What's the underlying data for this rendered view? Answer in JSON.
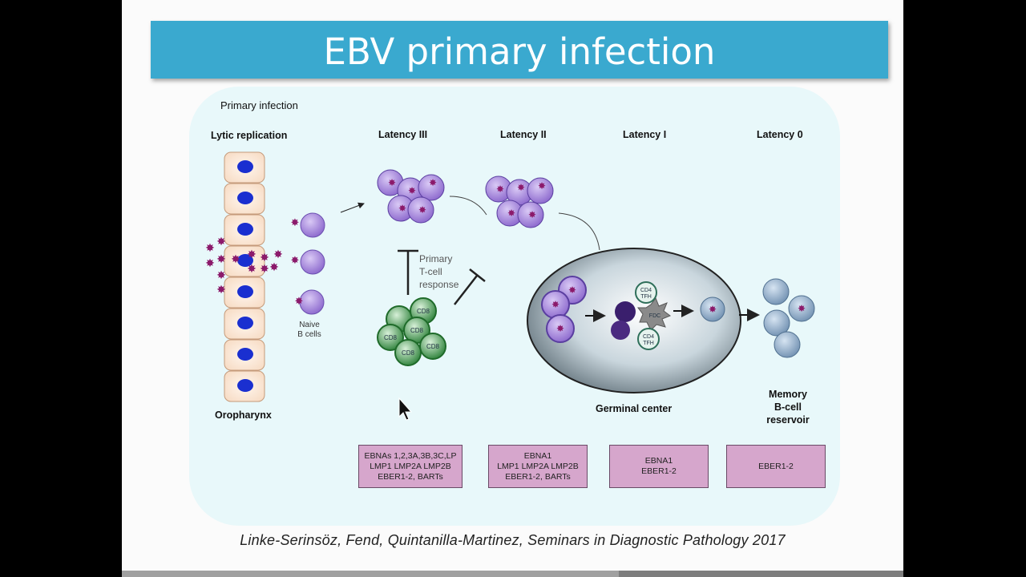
{
  "slide": {
    "title": "EBV primary infection",
    "citation": "Linke-Serinsöz, Fend, Quintanilla-Martinez, Seminars in Diagnostic Pathology 2017"
  },
  "diagram": {
    "primary_infection_label": "Primary infection",
    "stages": {
      "lytic": "Lytic replication",
      "latency3": "Latency III",
      "latency2": "Latency II",
      "latency1": "Latency I",
      "latency0": "Latency 0"
    },
    "labels": {
      "oropharynx": "Oropharynx",
      "naive_line1": "Naive",
      "naive_line2": "B cells",
      "tcell_line1": "Primary",
      "tcell_line2": "T-cell",
      "tcell_line3": "response",
      "germinal_center": "Germinal center",
      "memory_line1": "Memory",
      "memory_line2": "B-cell",
      "memory_line3": "reservoir",
      "cd8": "CD8",
      "cd4": "CD4",
      "tfh": "TFH",
      "fdc": "FDC"
    },
    "boxes": [
      {
        "line1": "EBNAs 1,2,3A,3B,3C,LP",
        "line2": "LMP1 LMP2A LMP2B",
        "line3": "EBER1-2, BARTs"
      },
      {
        "line1": "EBNA1",
        "line2": "LMP1 LMP2A LMP2B",
        "line3": "EBER1-2, BARTs"
      },
      {
        "line1": "EBNA1",
        "line2": "EBER1-2"
      },
      {
        "line1": "EBER1-2"
      }
    ],
    "colors": {
      "title_bar": "#3aa9cf",
      "panel": "#e8f8fa",
      "infected_b_cell": "#9b7fd6",
      "virus": "#8b1a6b",
      "cd8_cell": "#2e8b3e",
      "memory_cell": "#7f9fbf",
      "box_fill": "#d6a6cc"
    },
    "icons": [
      "virus-particle-icon",
      "mouse-cursor-icon"
    ]
  }
}
